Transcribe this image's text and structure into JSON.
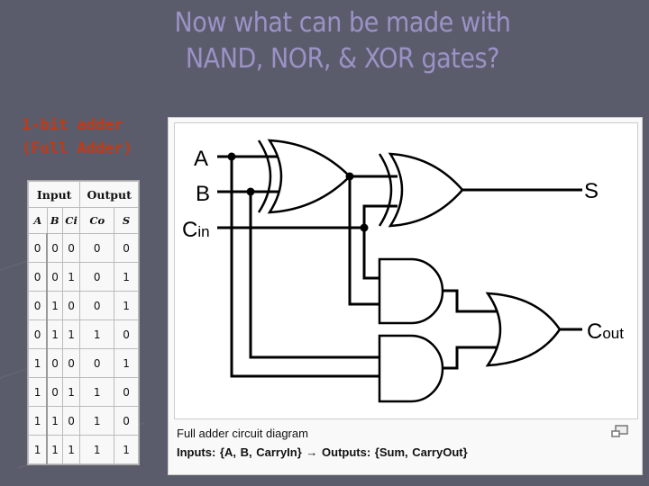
{
  "slide": {
    "title_lines": [
      "Now what can be made with",
      "NAND, NOR, & XOR gates?"
    ],
    "subtitle_lines": [
      "1-bit adder",
      "(Full Adder)"
    ],
    "colors": {
      "background": "#5b5c6b",
      "title": "#9a92c6",
      "subtitle": "#c03a15"
    }
  },
  "truth_table": {
    "group_headers": [
      "Input",
      "Output"
    ],
    "columns": [
      "A",
      "B",
      "Ci",
      "Co",
      "S"
    ],
    "rows": [
      [
        "0",
        "0",
        "0",
        "0",
        "0"
      ],
      [
        "0",
        "0",
        "1",
        "0",
        "1"
      ],
      [
        "0",
        "1",
        "0",
        "0",
        "1"
      ],
      [
        "0",
        "1",
        "1",
        "1",
        "0"
      ],
      [
        "1",
        "0",
        "0",
        "0",
        "1"
      ],
      [
        "1",
        "0",
        "1",
        "1",
        "0"
      ],
      [
        "1",
        "1",
        "0",
        "1",
        "0"
      ],
      [
        "1",
        "1",
        "1",
        "1",
        "1"
      ]
    ]
  },
  "diagram": {
    "labels": {
      "a": "A",
      "b": "B",
      "cin_main": "C",
      "cin_sub": "in",
      "s": "S",
      "cout_main": "C",
      "cout_sub": "out"
    },
    "gates": [
      "XOR",
      "XOR",
      "AND",
      "AND",
      "OR"
    ],
    "caption_line1": "Full adder circuit diagram",
    "caption_line2": "Inputs: {A, B, CarryIn} → Outputs: {Sum, CarryOut}",
    "enlarge_icon": "magnify-clip-icon"
  }
}
